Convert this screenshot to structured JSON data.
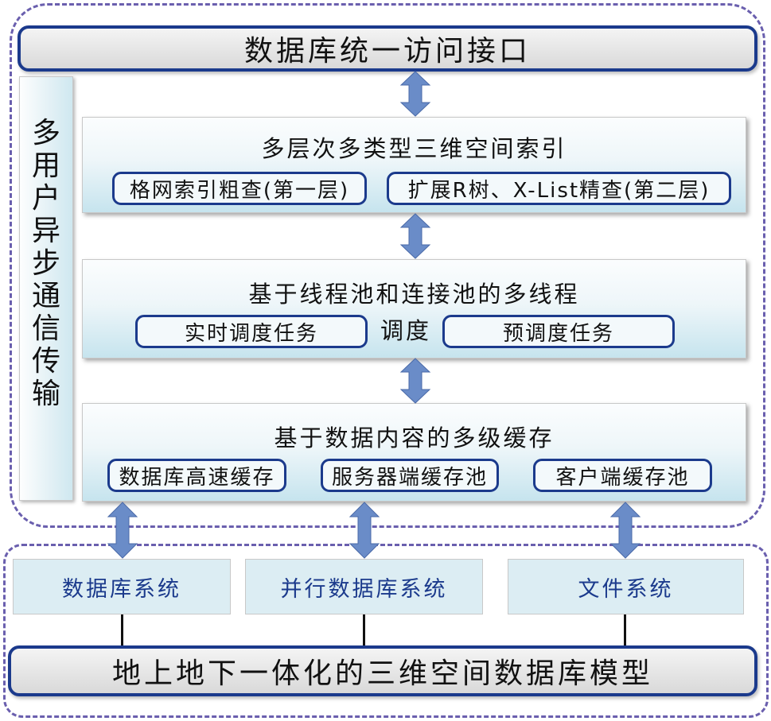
{
  "top_interface": {
    "label": "数据库统一访问接口"
  },
  "side_panel": {
    "label": "多用户异步通信传输"
  },
  "layers": {
    "index": {
      "title": "多层次多类型三维空间索引",
      "items": [
        "格网索引粗查(第一层)",
        "扩展R树、X-List精查(第二层)"
      ]
    },
    "threads": {
      "title": "基于线程池和连接池的多线程",
      "title_cont": "调度",
      "items": [
        "实时调度任务",
        "预调度任务"
      ]
    },
    "cache": {
      "title": "基于数据内容的多级缓存",
      "items": [
        "数据库高速缓存",
        "服务器端缓存池",
        "客户端缓存池"
      ]
    }
  },
  "systems": [
    "数据库系统",
    "并行数据库系统",
    "文件系统"
  ],
  "bottom_model": {
    "label": "地上地下一体化的三维空间数据库模型"
  },
  "colors": {
    "border_blue": "#1b3a8c",
    "arrow_blue": "#6a8cc8",
    "dash_purple": "#6a5fae",
    "layer_gradient_bottom": "#c6e4ee"
  }
}
